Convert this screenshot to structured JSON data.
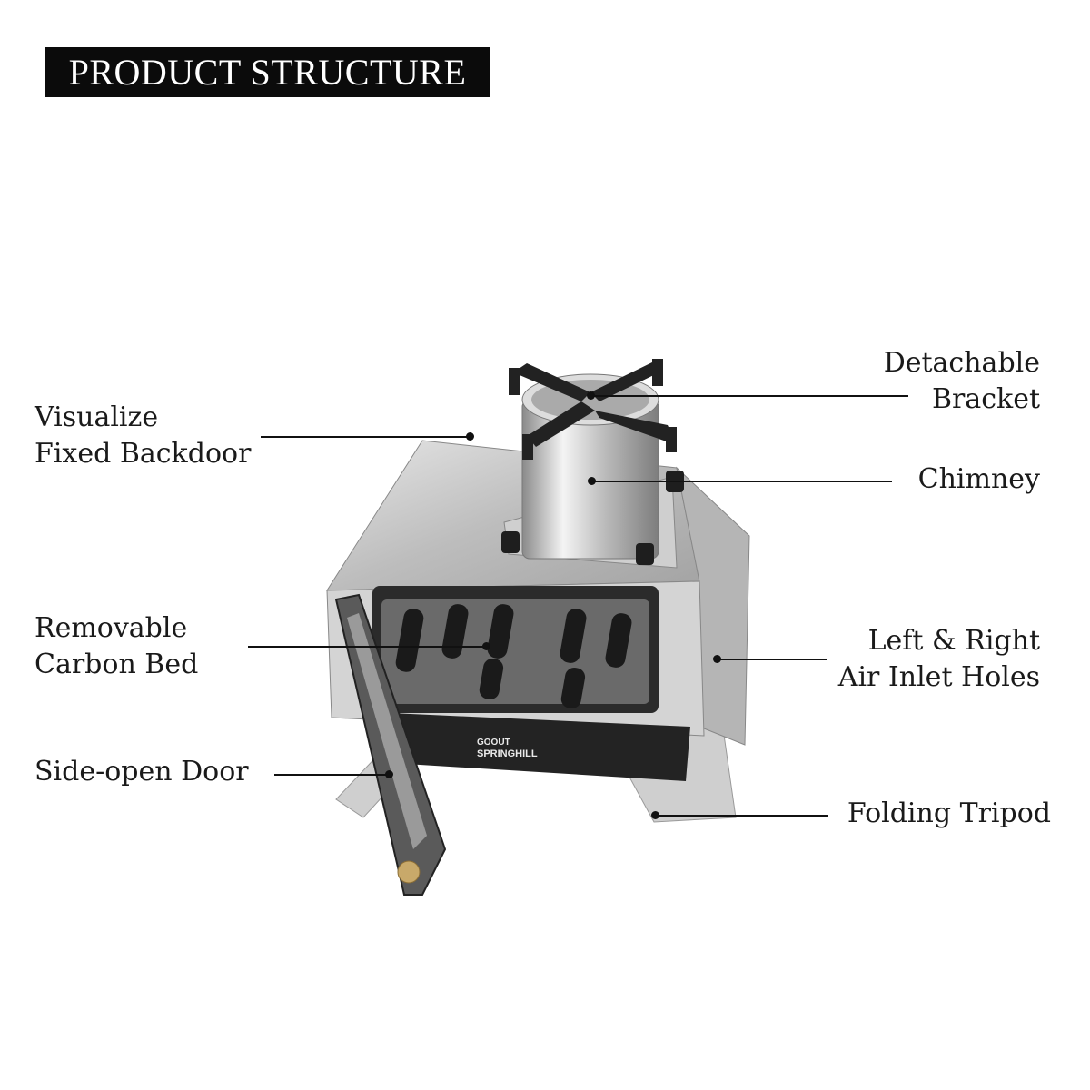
{
  "header": {
    "title": "PRODUCT STRUCTURE"
  },
  "labels": {
    "backdoor": [
      "Visualize",
      "Fixed Backdoor"
    ],
    "bracket": [
      "Detachable",
      "Bracket"
    ],
    "chimney": [
      "Chimney"
    ],
    "carbon_bed": [
      "Removable",
      "Carbon Bed"
    ],
    "air_inlet": [
      "Left & Right",
      "Air Inlet Holes"
    ],
    "side_door": [
      "Side-open Door"
    ],
    "tripod": [
      "Folding Tripod"
    ]
  },
  "product": {
    "brand_top": "GOOUT",
    "brand_bottom": "SPRINGHILL"
  },
  "colors": {
    "accent": "#0b0b0b",
    "steel": "#c9c9c9",
    "black_metal": "#1e1e1e",
    "brass": "#c8a96a"
  }
}
